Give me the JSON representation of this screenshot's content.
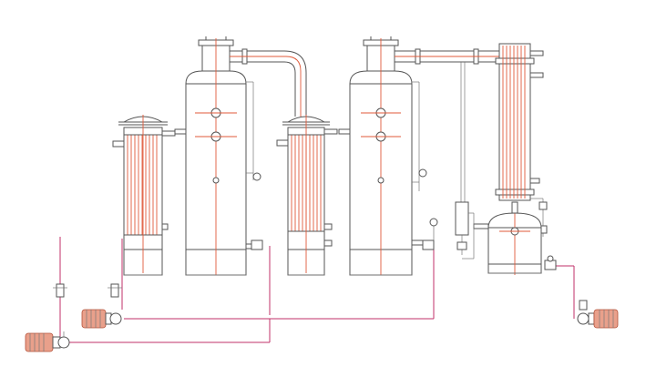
{
  "diagram": {
    "colors": {
      "outline": "#555555",
      "tube": "#e05a3a",
      "pipe": "#d8462a",
      "return_line": "#c0306a",
      "motor": "#e9a08b"
    },
    "components": [
      "heater-1",
      "evaporator-1",
      "heater-2",
      "evaporator-2",
      "condenser",
      "receiver-tank",
      "pump-1",
      "pump-2",
      "pump-3",
      "vapor-pipe-1",
      "vapor-pipe-2",
      "valves"
    ]
  }
}
